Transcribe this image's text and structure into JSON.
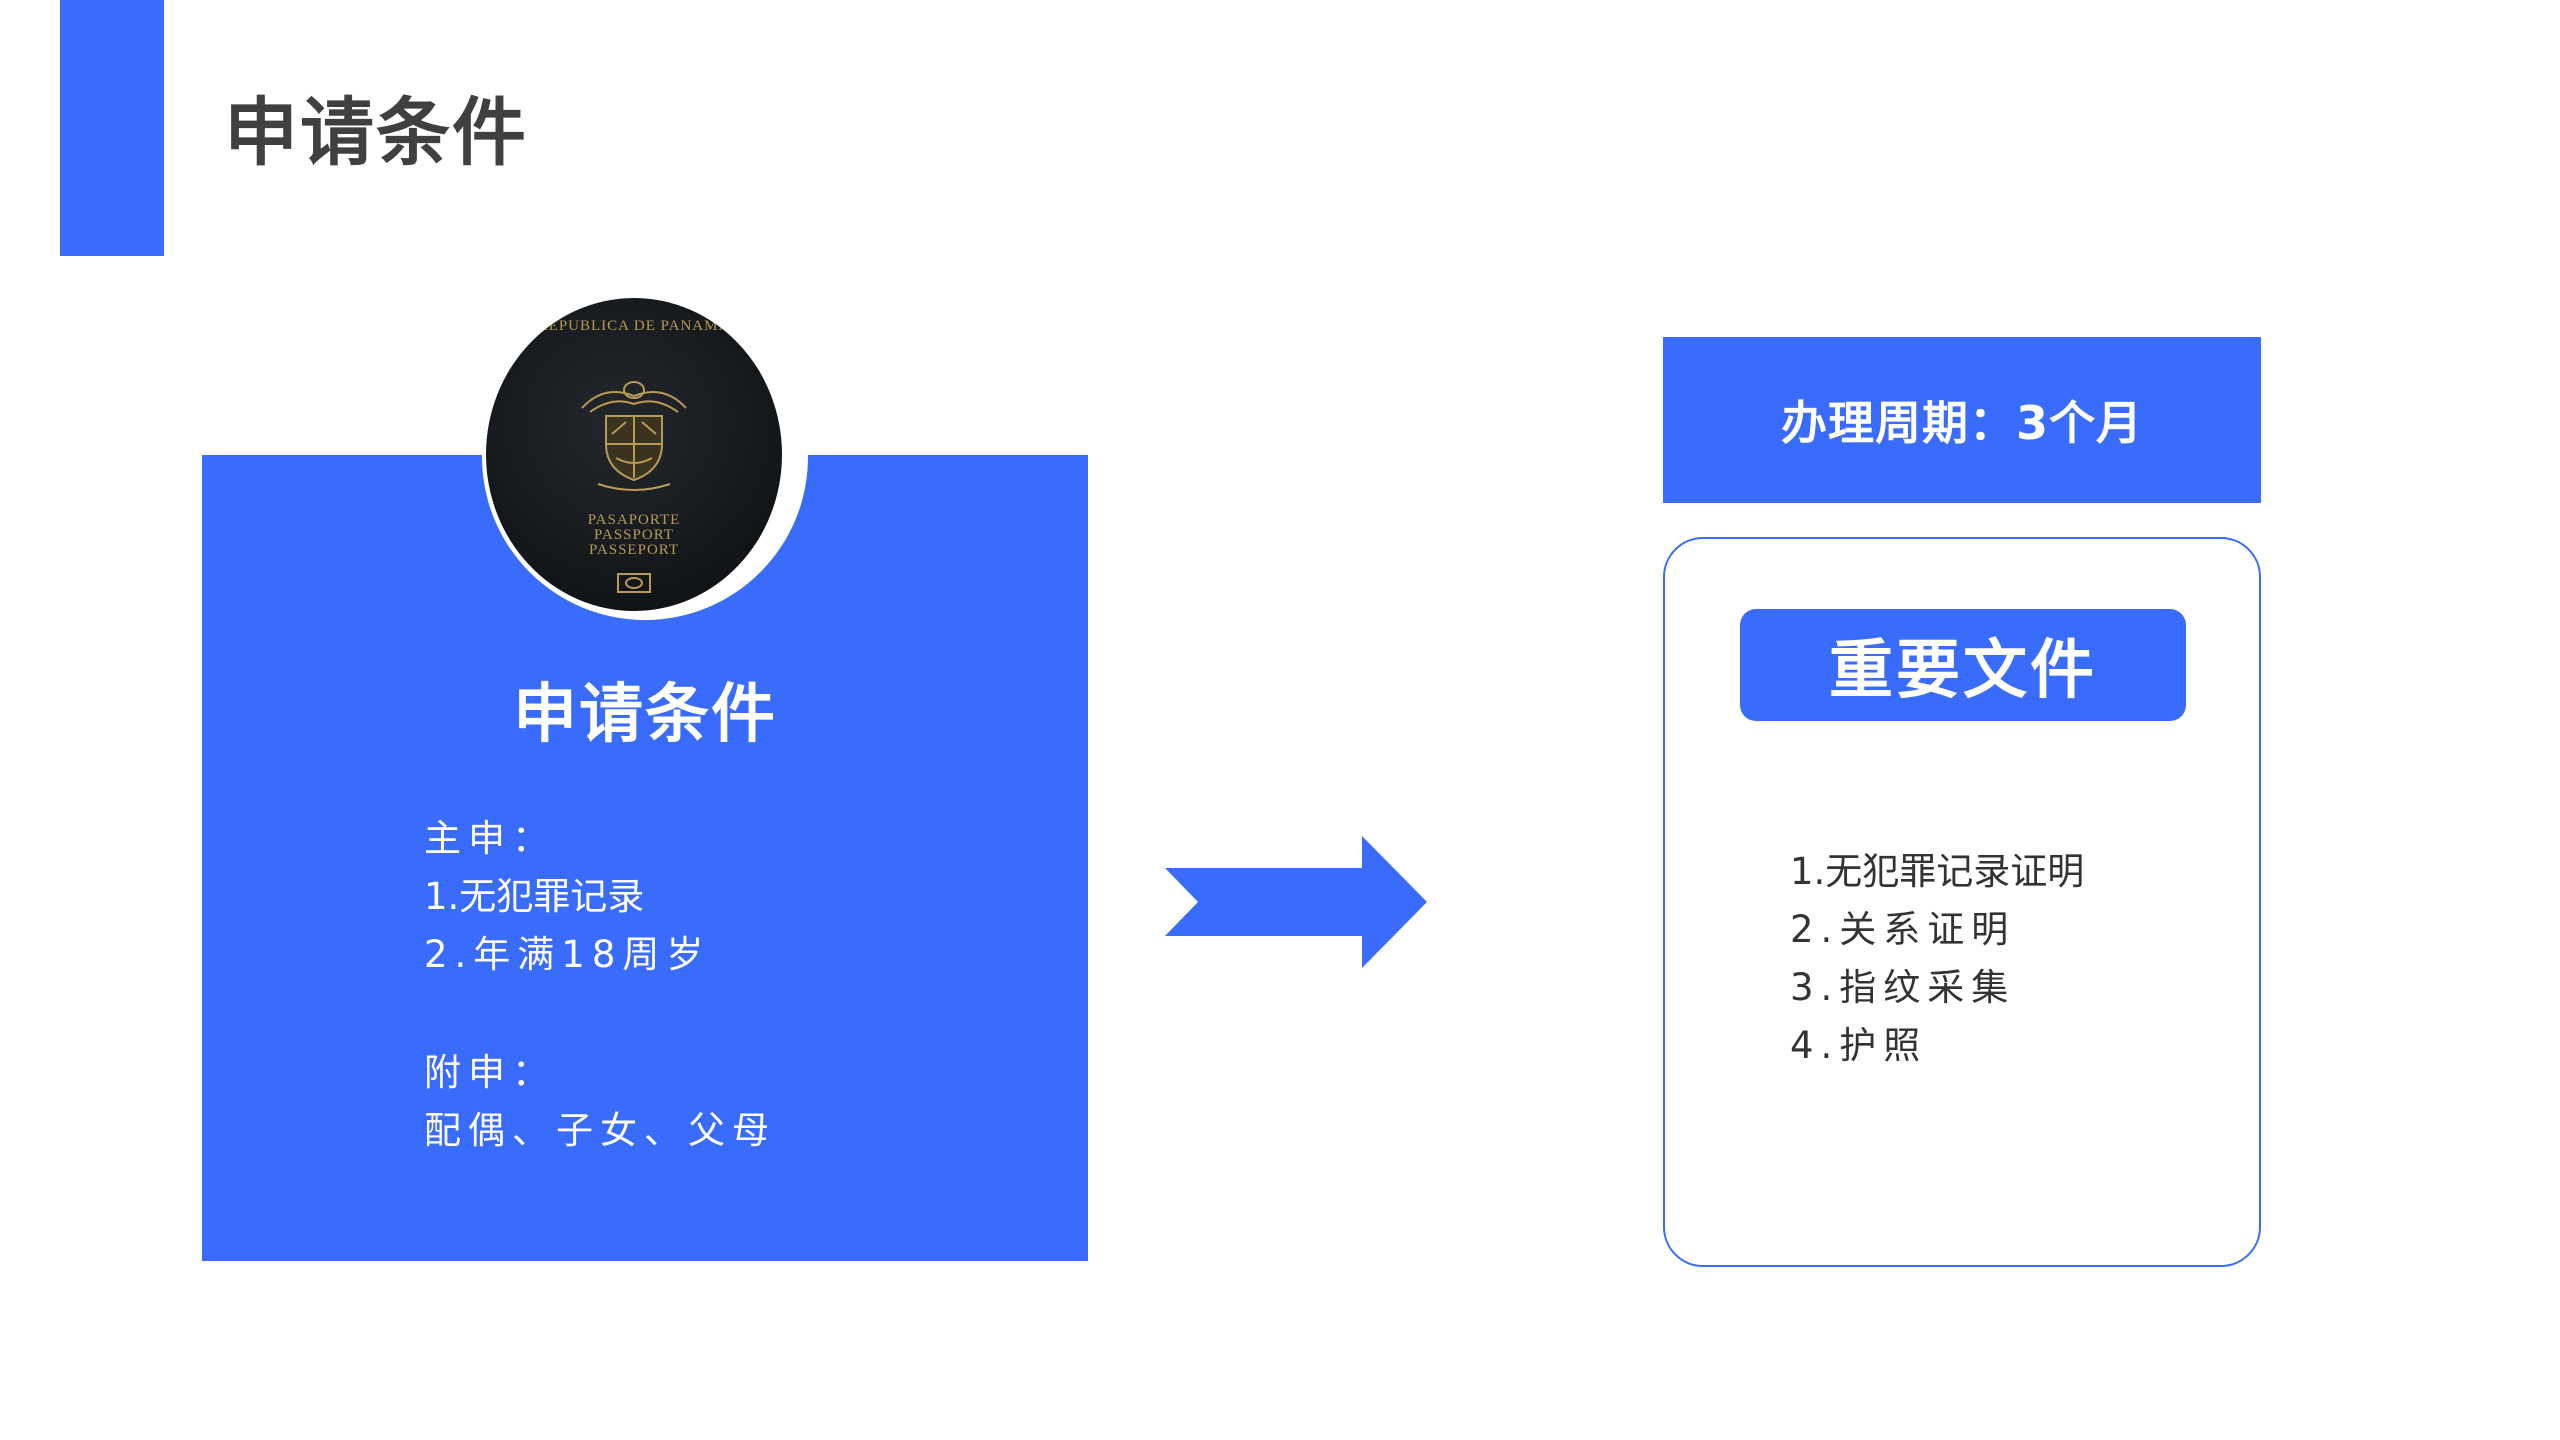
{
  "page": {
    "title": "申请条件"
  },
  "left_panel": {
    "heading": "申请条件",
    "passport_text": {
      "country": "REPUBLICA DE PANAMA",
      "line1": "PASAPORTE",
      "line2": "PASSPORT",
      "line3": "PASSEPORT"
    },
    "conditions": [
      "主申：",
      "1.无犯罪记录",
      "2.年满18周岁",
      "附申：",
      "配偶、子女、父母"
    ]
  },
  "right_panel": {
    "period": "办理周期：3个月",
    "docs_title": "重要文件",
    "docs": [
      "1.无犯罪记录证明",
      "2.关系证明",
      "3.指纹采集",
      "4.护照"
    ]
  },
  "colors": {
    "accent": "#3a6cfb",
    "title_text": "#404040",
    "body_text": "#333333",
    "passport_gold": "#b79a56"
  },
  "icons": {
    "arrow": "arrow-right-icon",
    "coat_of_arms": "coat-of-arms-icon"
  }
}
